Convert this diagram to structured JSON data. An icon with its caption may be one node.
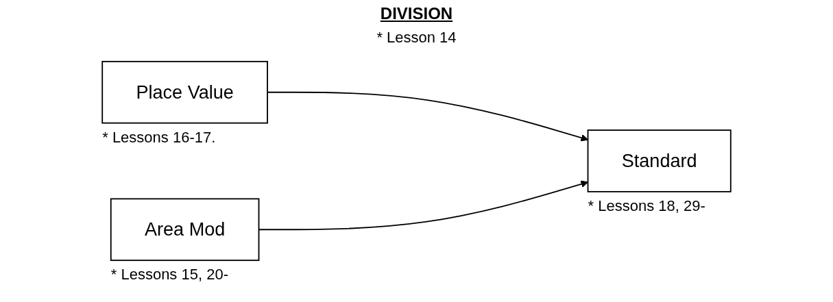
{
  "diagram": {
    "title": "DIVISION",
    "nodes": [
      {
        "text": [
          "Place Value"
        ],
        "beside": [
          "* Lessons 16-17."
        ]
      },
      {
        "text": [
          "Area Mod"
        ],
        "beside": [
          "* Lessons 15, 20-"
        ]
      },
      {
        "text": [
          "Standard"
        ],
        "beside": [
          "* Lessons 18, 29-"
        ]
      }
    ],
    "edges": [
      {
        "from": 0,
        "to": 2,
        "arrow": "to"
      },
      {
        "from": 1,
        "to": 2,
        "arrow": "to"
      }
    ],
    "labels": [
      "* Lesson 14"
    ]
  }
}
